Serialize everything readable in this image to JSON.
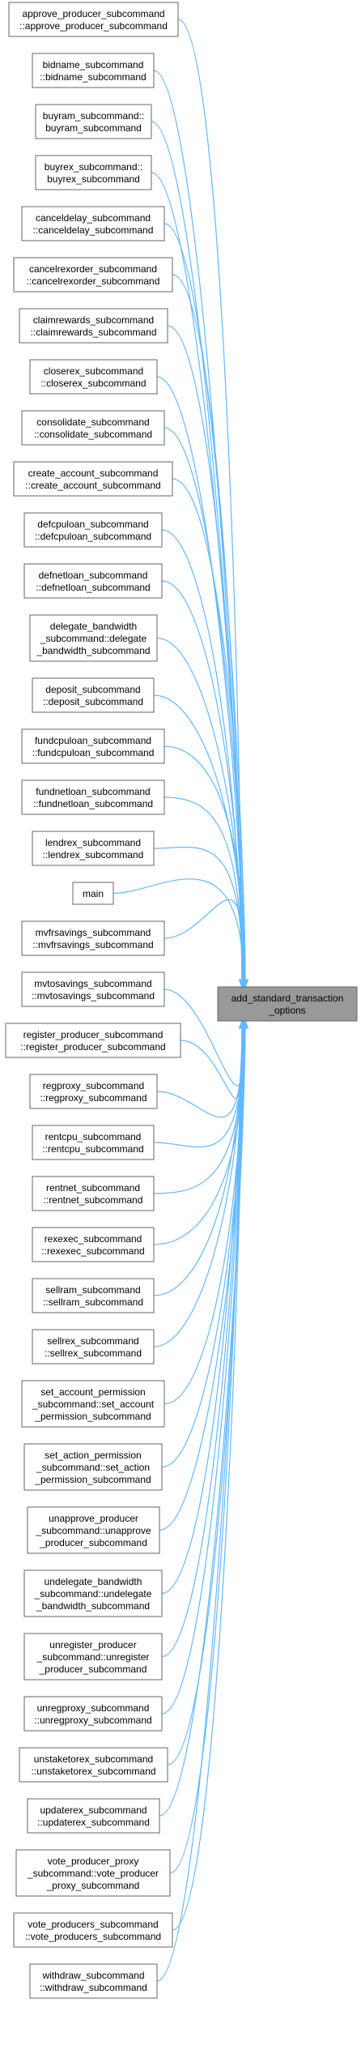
{
  "target": {
    "lines": [
      "add_standard_transaction",
      "_options"
    ]
  },
  "callers": [
    {
      "lines": [
        "approve_producer_subcommand",
        "::approve_producer_subcommand"
      ]
    },
    {
      "lines": [
        "bidname_subcommand",
        "::bidname_subcommand"
      ]
    },
    {
      "lines": [
        "buyram_subcommand::",
        "buyram_subcommand"
      ]
    },
    {
      "lines": [
        "buyrex_subcommand::",
        "buyrex_subcommand"
      ]
    },
    {
      "lines": [
        "canceldelay_subcommand",
        "::canceldelay_subcommand"
      ]
    },
    {
      "lines": [
        "cancelrexorder_subcommand",
        "::cancelrexorder_subcommand"
      ]
    },
    {
      "lines": [
        "claimrewards_subcommand",
        "::claimrewards_subcommand"
      ]
    },
    {
      "lines": [
        "closerex_subcommand",
        "::closerex_subcommand"
      ]
    },
    {
      "lines": [
        "consolidate_subcommand",
        "::consolidate_subcommand"
      ]
    },
    {
      "lines": [
        "create_account_subcommand",
        "::create_account_subcommand"
      ]
    },
    {
      "lines": [
        "defcpuloan_subcommand",
        "::defcpuloan_subcommand"
      ]
    },
    {
      "lines": [
        "defnetloan_subcommand",
        "::defnetloan_subcommand"
      ]
    },
    {
      "lines": [
        "delegate_bandwidth",
        "_subcommand::delegate",
        "_bandwidth_subcommand"
      ]
    },
    {
      "lines": [
        "deposit_subcommand",
        "::deposit_subcommand"
      ]
    },
    {
      "lines": [
        "fundcpuloan_subcommand",
        "::fundcpuloan_subcommand"
      ]
    },
    {
      "lines": [
        "fundnetloan_subcommand",
        "::fundnetloan_subcommand"
      ]
    },
    {
      "lines": [
        "lendrex_subcommand",
        "::lendrex_subcommand"
      ]
    },
    {
      "lines": [
        "main"
      ]
    },
    {
      "lines": [
        "mvfrsavings_subcommand",
        "::mvfrsavings_subcommand"
      ]
    },
    {
      "lines": [
        "mvtosavings_subcommand",
        "::mvtosavings_subcommand"
      ]
    },
    {
      "lines": [
        "register_producer_subcommand",
        "::register_producer_subcommand"
      ]
    },
    {
      "lines": [
        "regproxy_subcommand",
        "::regproxy_subcommand"
      ]
    },
    {
      "lines": [
        "rentcpu_subcommand",
        "::rentcpu_subcommand"
      ]
    },
    {
      "lines": [
        "rentnet_subcommand",
        "::rentnet_subcommand"
      ]
    },
    {
      "lines": [
        "rexexec_subcommand",
        "::rexexec_subcommand"
      ]
    },
    {
      "lines": [
        "sellram_subcommand",
        "::sellram_subcommand"
      ]
    },
    {
      "lines": [
        "sellrex_subcommand",
        "::sellrex_subcommand"
      ]
    },
    {
      "lines": [
        "set_account_permission",
        "_subcommand::set_account",
        "_permission_subcommand"
      ]
    },
    {
      "lines": [
        "set_action_permission",
        "_subcommand::set_action",
        "_permission_subcommand"
      ]
    },
    {
      "lines": [
        "unapprove_producer",
        "_subcommand::unapprove",
        "_producer_subcommand"
      ]
    },
    {
      "lines": [
        "undelegate_bandwidth",
        "_subcommand::undelegate",
        "_bandwidth_subcommand"
      ]
    },
    {
      "lines": [
        "unregister_producer",
        "_subcommand::unregister",
        "_producer_subcommand"
      ]
    },
    {
      "lines": [
        "unregproxy_subcommand",
        "::unregproxy_subcommand"
      ]
    },
    {
      "lines": [
        "unstaketorex_subcommand",
        "::unstaketorex_subcommand"
      ]
    },
    {
      "lines": [
        "updaterex_subcommand",
        "::updaterex_subcommand"
      ]
    },
    {
      "lines": [
        "vote_producer_proxy",
        "_subcommand::vote_producer",
        "_proxy_subcommand"
      ]
    },
    {
      "lines": [
        "vote_producers_subcommand",
        "::vote_producers_subcommand"
      ]
    },
    {
      "lines": [
        "withdraw_subcommand",
        "::withdraw_subcommand"
      ]
    }
  ]
}
